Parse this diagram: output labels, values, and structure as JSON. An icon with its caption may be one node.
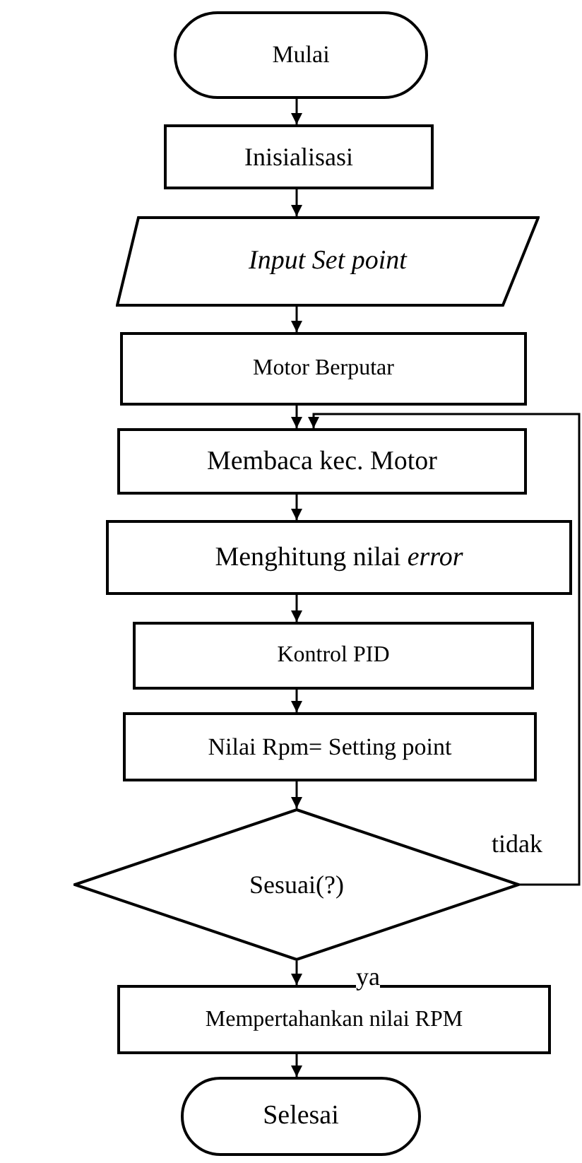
{
  "diagram": {
    "nodes": [
      {
        "text": [
          "Mulai"
        ]
      },
      {
        "text": [
          "Inisialisasi"
        ]
      },
      {
        "text": [
          "Input Set point"
        ]
      },
      {
        "text": [
          "Motor Berputar"
        ]
      },
      {
        "text": [
          "Membaca kec. Motor"
        ]
      },
      {
        "text": [
          "Menghitung nilai *error*"
        ]
      },
      {
        "text": [
          "Kontrol PID"
        ]
      },
      {
        "text": [
          "Nilai Rpm= Setting point"
        ]
      },
      {
        "text": [
          "Sesuai(?)"
        ]
      },
      {
        "text": [
          "Mempertahankan nilai RPM"
        ]
      },
      {
        "text": [
          "Selesai"
        ]
      }
    ],
    "edges": [
      {
        "from": 0,
        "to": 1,
        "arrow": "to"
      },
      {
        "from": 1,
        "to": 2,
        "arrow": "to"
      },
      {
        "from": 2,
        "to": 3,
        "arrow": "to"
      },
      {
        "from": 3,
        "to": 4,
        "arrow": "to"
      },
      {
        "from": 4,
        "to": 5,
        "arrow": "to"
      },
      {
        "from": 5,
        "to": 6,
        "arrow": "to"
      },
      {
        "from": 6,
        "to": 7,
        "arrow": "to"
      },
      {
        "from": 7,
        "to": 8,
        "arrow": "to"
      },
      {
        "from": 8,
        "to": 4,
        "arrow": "to",
        "label": "tidak"
      },
      {
        "from": 8,
        "to": 9,
        "arrow": "to",
        "label": "ya"
      },
      {
        "from": 9,
        "to": 10,
        "arrow": "to"
      }
    ]
  }
}
